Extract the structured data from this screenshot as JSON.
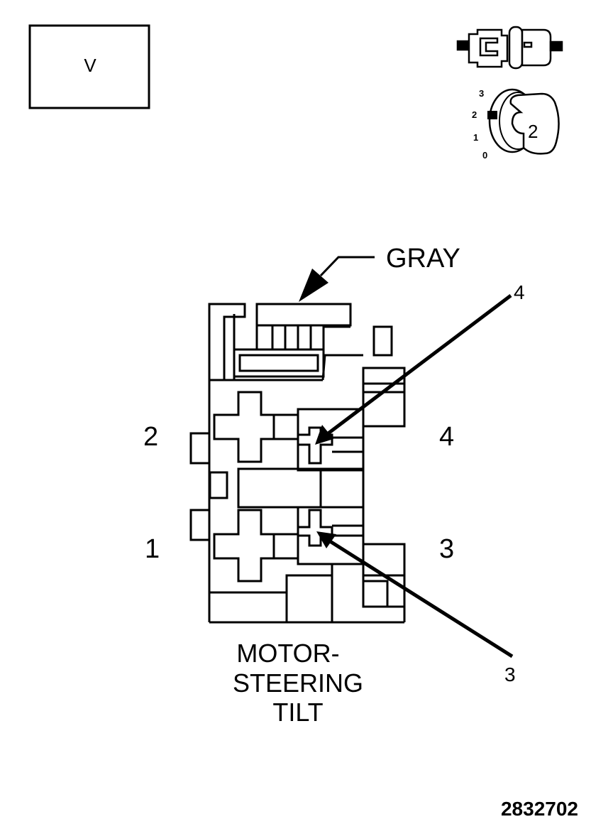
{
  "view_box": {
    "label": "V"
  },
  "key_icon": {
    "number": "2",
    "positions": [
      "3",
      "2",
      "1",
      "0"
    ]
  },
  "connector": {
    "color_label": "GRAY",
    "cavity_labels": {
      "left_top": "2",
      "left_bottom": "1",
      "right_top": "4",
      "right_bottom": "3"
    },
    "callouts": {
      "top": "4",
      "bottom": "3"
    }
  },
  "caption": {
    "line1": "MOTOR-",
    "line2": "STEERING",
    "line3": "TILT"
  },
  "figure_id": "2832702"
}
